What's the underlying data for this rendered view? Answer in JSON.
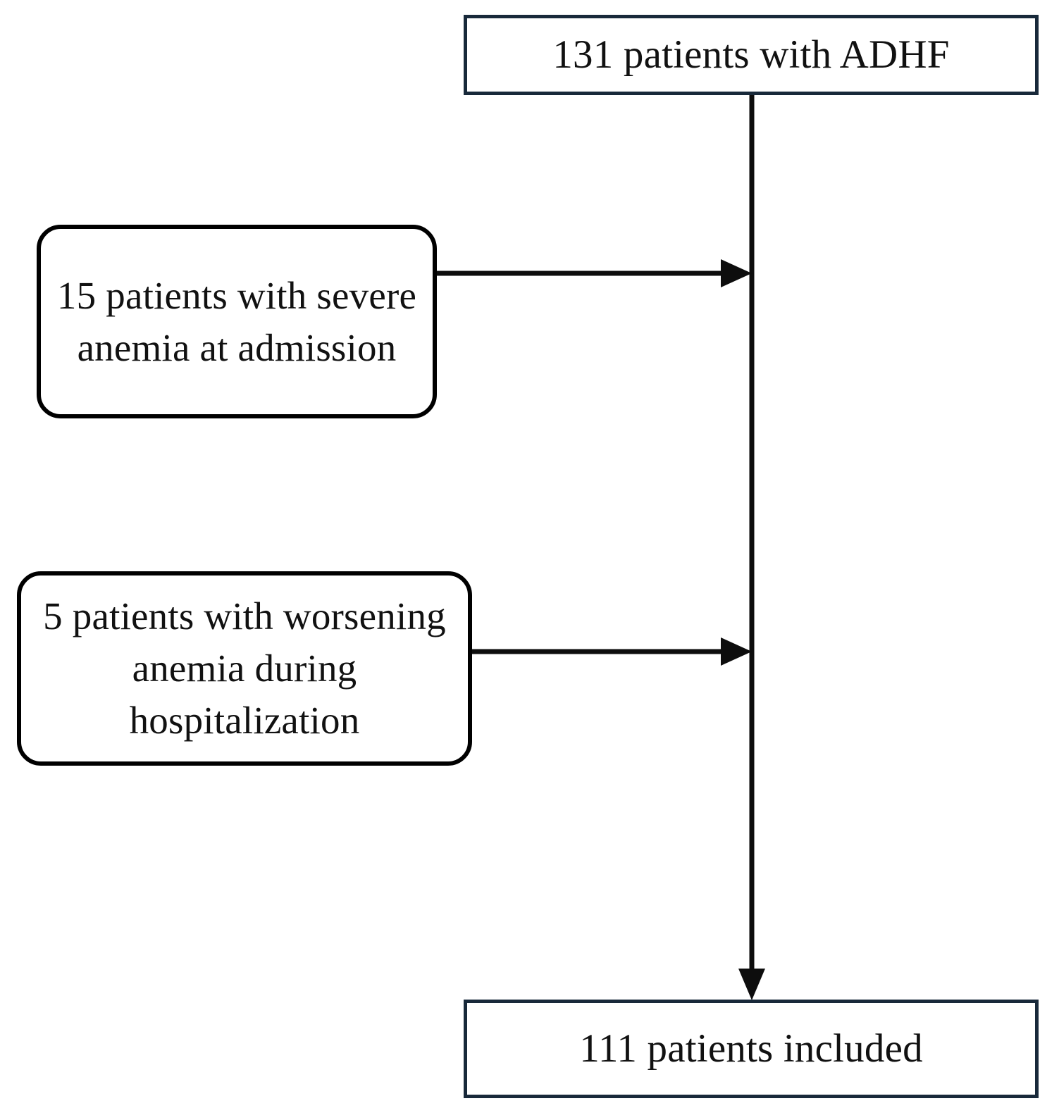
{
  "diagram": {
    "type": "patient-flow-diagram",
    "title_text": "",
    "nodes": {
      "top": {
        "label": "131 patients with ADHF",
        "count": 131,
        "shape": "rectangle",
        "border_color": "#18293a"
      },
      "exclusion_1": {
        "label": "15 patients with severe anemia at admission",
        "count": 15,
        "shape": "rounded-rectangle",
        "border_color": "#000000"
      },
      "exclusion_2": {
        "label": "5 patients with worsening anemia during hospitalization",
        "count": 5,
        "shape": "rounded-rectangle",
        "border_color": "#000000"
      },
      "bottom": {
        "label": "111 patients included",
        "count": 111,
        "shape": "rectangle",
        "border_color": "#18293a"
      }
    },
    "connectors": [
      {
        "name": "main-trunk",
        "from": "top",
        "to": "bottom",
        "direction": "vertical-down",
        "arrowhead": true
      },
      {
        "name": "exclusion-1-arrow",
        "from": "exclusion_1",
        "to": "main-trunk",
        "direction": "horizontal-right",
        "arrowhead": true
      },
      {
        "name": "exclusion-2-arrow",
        "from": "exclusion_2",
        "to": "main-trunk",
        "direction": "horizontal-right",
        "arrowhead": true
      }
    ],
    "colors": {
      "background": "#ffffff",
      "line": "#0d0d0d",
      "rect_border": "#18293a",
      "round_border": "#000000",
      "text": "#111111"
    }
  }
}
